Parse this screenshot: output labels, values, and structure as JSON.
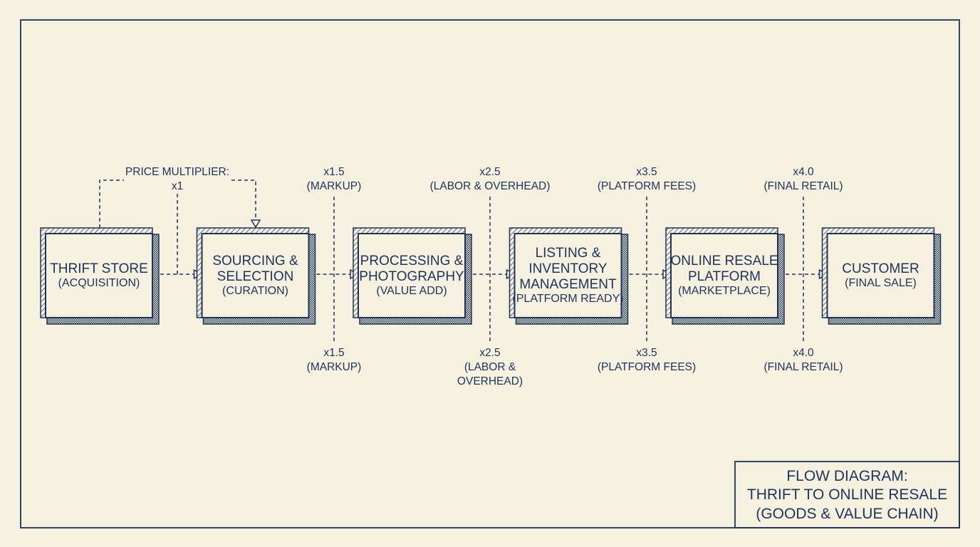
{
  "colors": {
    "ink": "#1e3358",
    "paper": "#f6f0e0"
  },
  "diagram": {
    "nodes": [
      {
        "id": "thrift-store",
        "title_lines": [
          "THRIFT STORE"
        ],
        "sub": "(ACQUISITION)"
      },
      {
        "id": "sourcing",
        "title_lines": [
          "SOURCING &",
          "SELECTION"
        ],
        "sub": "(CURATION)"
      },
      {
        "id": "processing",
        "title_lines": [
          "PROCESSING &",
          "PHOTOGRAPHY"
        ],
        "sub": "(VALUE ADD)"
      },
      {
        "id": "listing",
        "title_lines": [
          "LISTING &",
          "INVENTORY",
          "MANAGEMENT"
        ],
        "sub": "(PLATFORM READY)"
      },
      {
        "id": "online-platform",
        "title_lines": [
          "ONLINE RESALE",
          "PLATFORM"
        ],
        "sub": "(MARKETPLACE)"
      },
      {
        "id": "customer",
        "title_lines": [
          "CUSTOMER"
        ],
        "sub": "(FINAL SALE)"
      }
    ],
    "edges": [
      {
        "from": "thrift-store",
        "to": "sourcing"
      },
      {
        "from": "sourcing",
        "to": "processing"
      },
      {
        "from": "processing",
        "to": "listing"
      },
      {
        "from": "listing",
        "to": "online-platform"
      },
      {
        "from": "online-platform",
        "to": "customer"
      }
    ],
    "first_multiplier": {
      "lines": [
        "PRICE MULTIPLIER:",
        "x1"
      ]
    },
    "multipliers_top": [
      {
        "lines": [
          "x1.5",
          "(MARKUP)"
        ]
      },
      {
        "lines": [
          "x2.5",
          "(LABOR & OVERHEAD)"
        ]
      },
      {
        "lines": [
          "x3.5",
          "(PLATFORM FEES)"
        ]
      },
      {
        "lines": [
          "x4.0",
          "(FINAL RETAIL)"
        ]
      }
    ],
    "multipliers_bottom": [
      {
        "lines": [
          "x1.5",
          "(MARKUP)"
        ]
      },
      {
        "lines": [
          "x2.5",
          "(LABOR &",
          "OVERHEAD)"
        ]
      },
      {
        "lines": [
          "x3.5",
          "(PLATFORM FEES)"
        ]
      },
      {
        "lines": [
          "x4.0",
          "(FINAL RETAIL)"
        ]
      }
    ]
  },
  "title_block": {
    "lines": [
      "FLOW DIAGRAM:",
      "THRIFT TO ONLINE RESALE",
      "(GOODS & VALUE CHAIN)"
    ]
  }
}
